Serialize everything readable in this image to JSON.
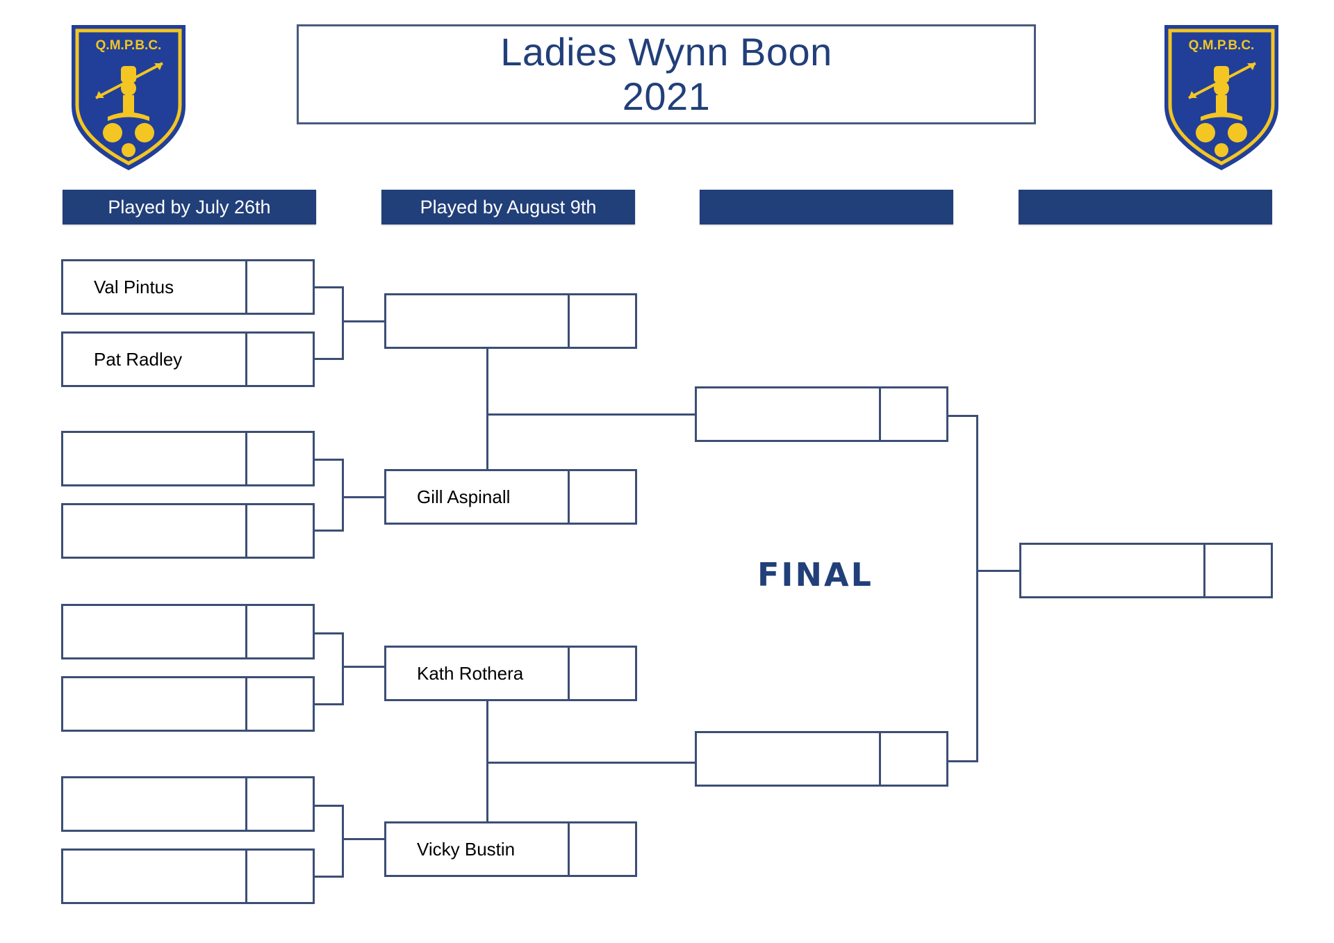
{
  "title": {
    "line1": "Ladies Wynn Boon",
    "line2": "2021"
  },
  "crest": {
    "text": "Q.M.P.B.C.",
    "colors": {
      "field": "#213f99",
      "gold": "#f3c623"
    }
  },
  "colors": {
    "header_bg": "#213f79",
    "header_text": "#ffffff",
    "box_border": "#3c4e75",
    "title_text": "#213f79"
  },
  "rounds": [
    {
      "header": "Played by July 26th",
      "slots": [
        {
          "name": "Val Pintus",
          "score": ""
        },
        {
          "name": "Pat Radley",
          "score": ""
        },
        {
          "name": "",
          "score": ""
        },
        {
          "name": "",
          "score": ""
        },
        {
          "name": "",
          "score": ""
        },
        {
          "name": "",
          "score": ""
        },
        {
          "name": "",
          "score": ""
        },
        {
          "name": "",
          "score": ""
        }
      ]
    },
    {
      "header": "Played by August 9th",
      "slots": [
        {
          "name": "",
          "score": ""
        },
        {
          "name": "Gill Aspinall",
          "score": ""
        },
        {
          "name": "Kath Rothera",
          "score": ""
        },
        {
          "name": "Vicky Bustin",
          "score": ""
        }
      ]
    },
    {
      "header": "",
      "slots": [
        {
          "name": "",
          "score": ""
        },
        {
          "name": "",
          "score": ""
        }
      ]
    },
    {
      "header": "",
      "slots": [
        {
          "name": "",
          "score": ""
        }
      ]
    }
  ],
  "final_label": "FINAL"
}
